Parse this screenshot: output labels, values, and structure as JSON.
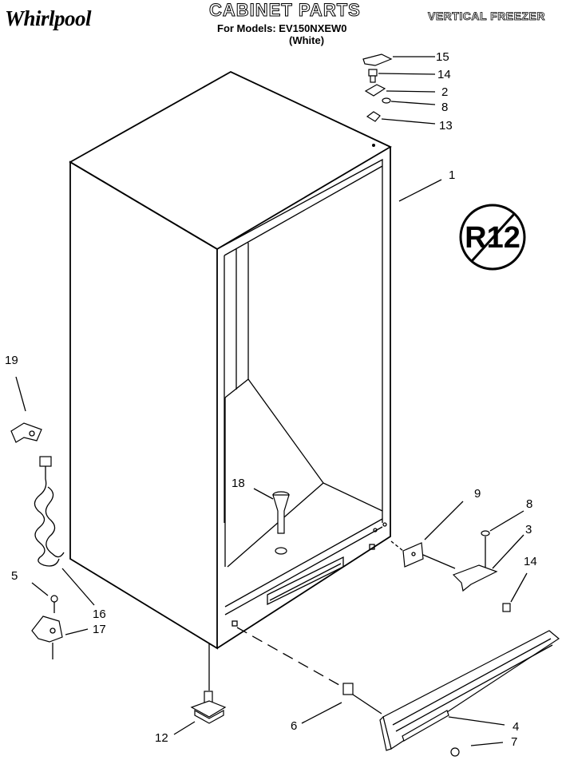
{
  "header": {
    "brand": "Whirlpool",
    "title": "CABINET PARTS",
    "models_line": "For Models: EV150NXEW0",
    "color_note": "(White)",
    "appliance_type": "VERTICAL FREEZER"
  },
  "badge": {
    "text": "R12"
  },
  "callouts": {
    "c1": "1",
    "c2": "2",
    "c3": "3",
    "c4": "4",
    "c5": "5",
    "c6": "6",
    "c7": "7",
    "c8a": "8",
    "c8b": "8",
    "c9": "9",
    "c12": "12",
    "c13": "13",
    "c14a": "14",
    "c14b": "14",
    "c15": "15",
    "c16": "16",
    "c17": "17",
    "c18": "18",
    "c19": "19"
  }
}
